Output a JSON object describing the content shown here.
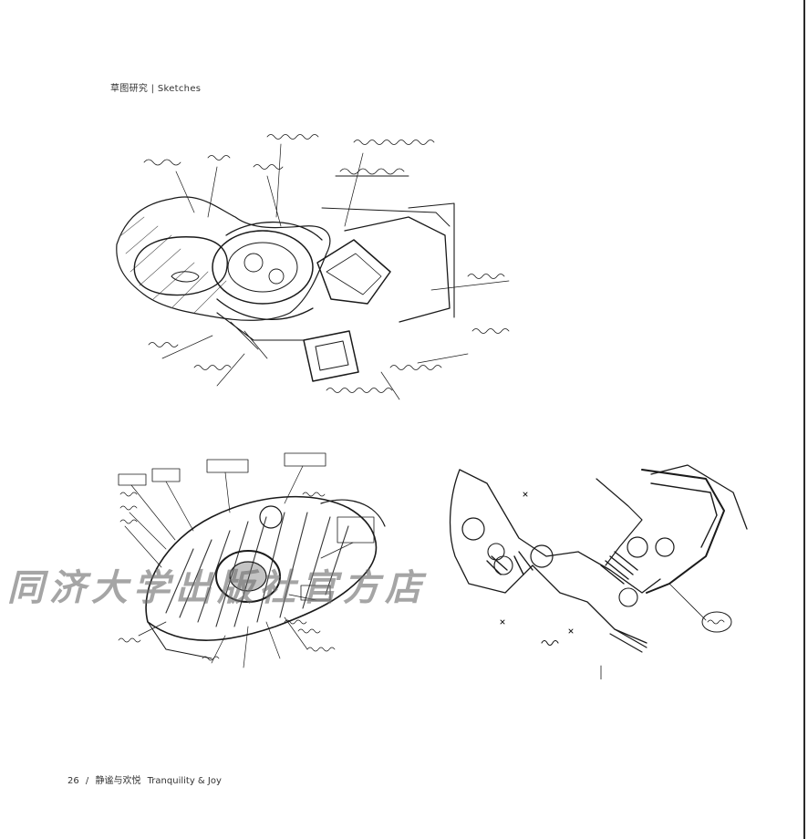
{
  "header": {
    "section_title": "草图研究 | Sketches"
  },
  "watermark": {
    "text": "同济大学出版社官方店"
  },
  "footer": {
    "page_number": "26",
    "separator": "/",
    "book_title_cn": "静谧与欢悦",
    "book_title_en": "Tranquility & Joy"
  }
}
